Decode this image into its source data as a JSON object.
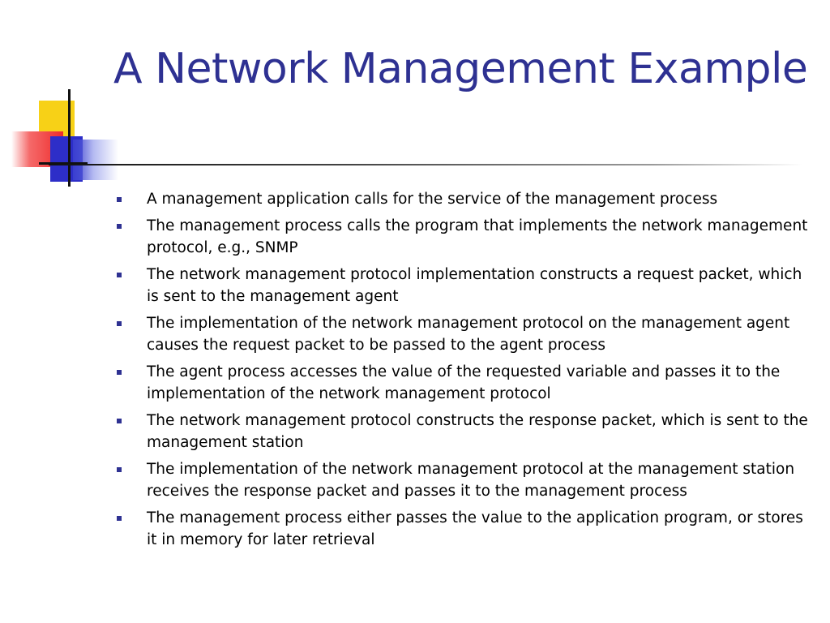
{
  "slide": {
    "title": "A Network Management Example",
    "title_color": "#2e3192",
    "bullet_color": "#2e3192",
    "logo": {
      "icon": "colored-squares-logo",
      "colors": [
        "#f7d117",
        "#ee2b2b",
        "#2d2ec8"
      ]
    },
    "bullets": [
      "A management application calls for the service of the management process",
      "The management process calls the program that implements the network management protocol, e.g., SNMP",
      "The network management protocol implementation constructs a request packet, which is sent to the management agent",
      "The implementation of the network management protocol on the management agent causes the request packet to be passed to the agent process",
      "The agent process accesses the value of the requested variable and passes it to the implementation of the network management protocol",
      "The network management protocol constructs the response packet, which is sent to the management station",
      "The implementation of the network management protocol at the management station receives the response packet and passes it to the management process",
      "The management process either passes the value to the application program, or stores it in memory for later retrieval"
    ]
  }
}
